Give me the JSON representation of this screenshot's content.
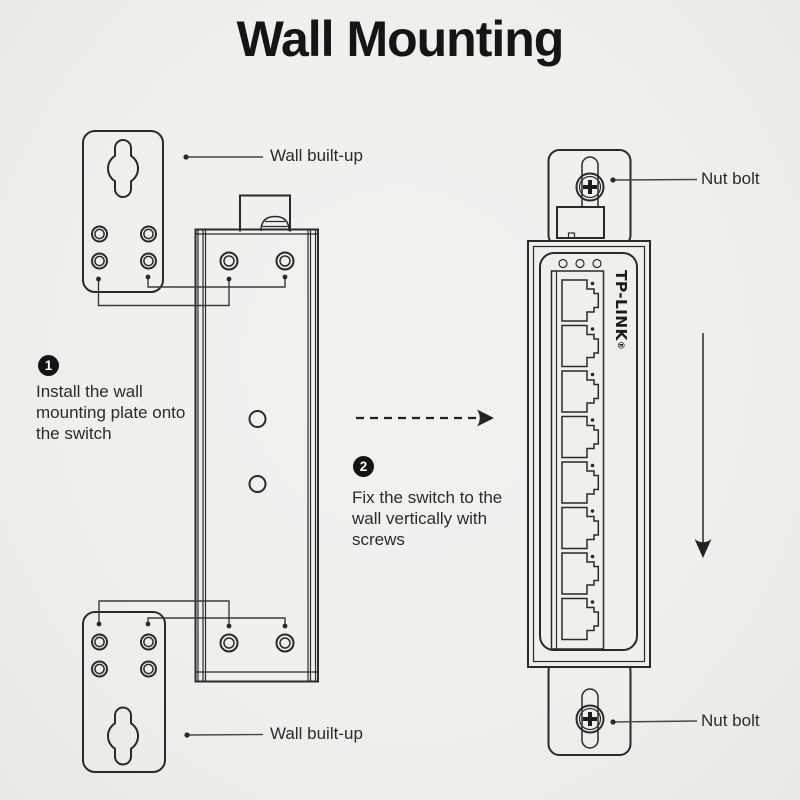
{
  "page": {
    "title": "Wall Mounting"
  },
  "colors": {
    "background": "#f1efec",
    "line": "#2a2a2a",
    "text": "#2b2b2b",
    "badge": "#141414"
  },
  "steps": [
    {
      "number": "1",
      "text": "Install the wall mounting plate onto the switch"
    },
    {
      "number": "2",
      "text": "Fix the switch to the wall vertically with screws"
    }
  ],
  "callouts": {
    "wall_built_up_top": "Wall built-up",
    "nut_bolt_top": "Nut bolt",
    "wall_built_up_bottom": "Wall built-up",
    "nut_bolt_bottom": "Nut bolt"
  },
  "device": {
    "brand": "TP-LINK",
    "brand_mark": "®",
    "port_count": 8,
    "status_led_count": 3
  }
}
